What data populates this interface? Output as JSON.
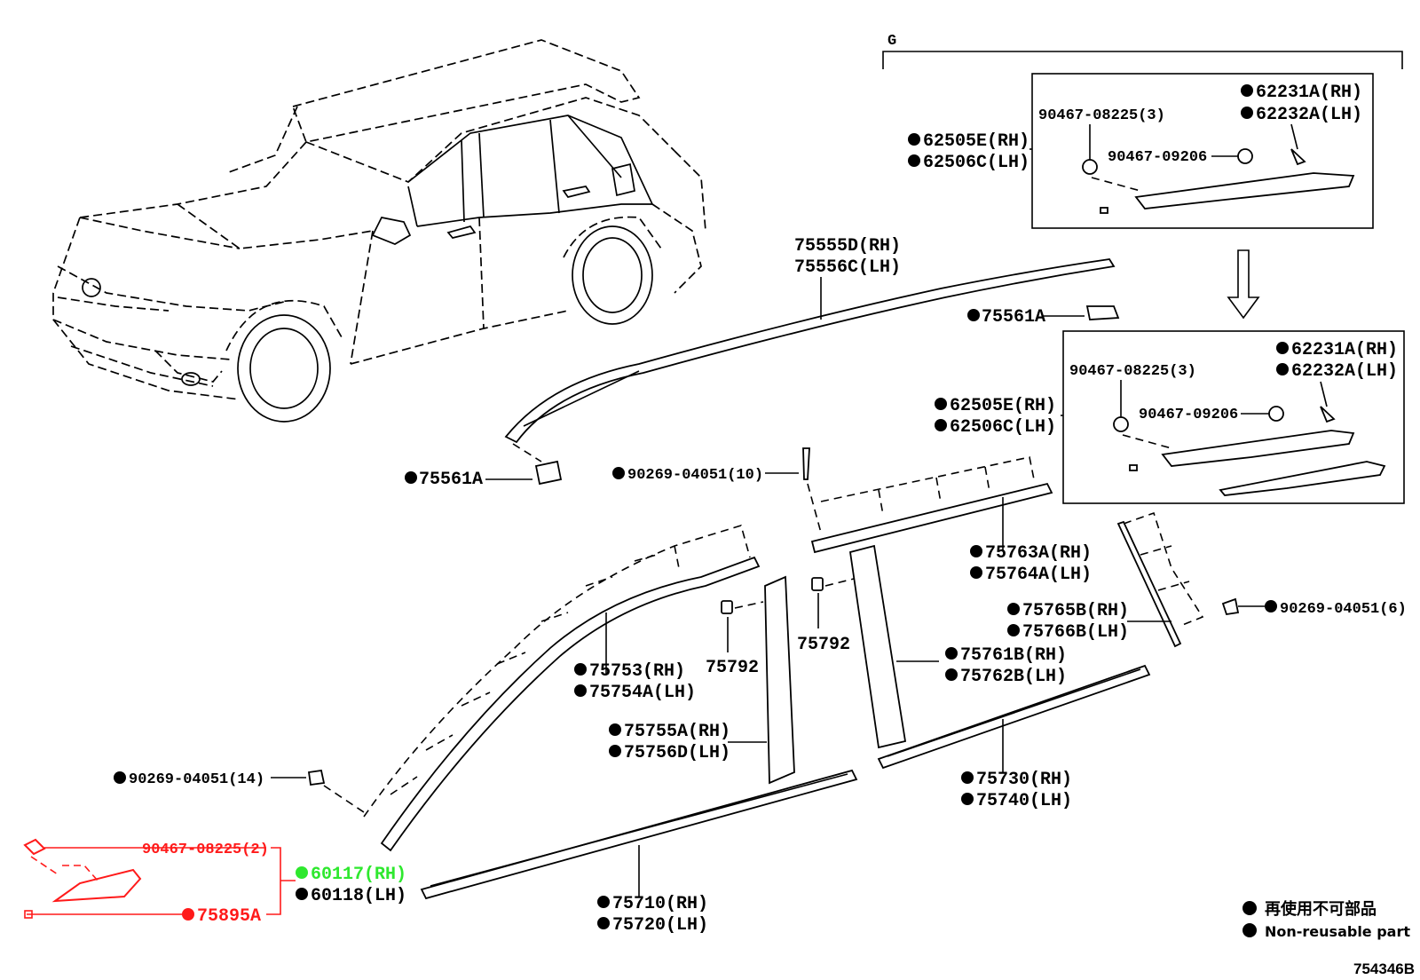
{
  "labels": {
    "g": "G",
    "p_62231a": "62231A(RH)",
    "p_62232a": "62232A(LH)",
    "p_90467_08225_3": "90467-08225(3)",
    "p_62505e": "62505E(RH)",
    "p_62506c": "62506C(LH)",
    "p_90467_09206": "90467-09206",
    "p_62231a_b": "62231A(RH)",
    "p_62232a_b": "62232A(LH)",
    "p_90467_08225_3_b": "90467-08225(3)",
    "p_62505e_b": "62505E(RH)",
    "p_62506c_b": "62506C(LH)",
    "p_90467_09206_b": "90467-09206",
    "p_75555d": "75555D(RH)",
    "p_75556c": "75556C(LH)",
    "p_75561a_top": "75561A",
    "p_75561a_bottom": "75561A",
    "p_90269_04051_10": "90269-04051(10)",
    "p_75763a": "75763A(RH)",
    "p_75764a": "75764A(LH)",
    "p_75765b": "75765B(RH)",
    "p_75766b": "75766B(LH)",
    "p_90269_04051_6": "90269-04051(6)",
    "p_75753": "75753(RH)",
    "p_75754a": "75754A(LH)",
    "p_75792_a": "75792",
    "p_75792_b": "75792",
    "p_75761b": "75761B(RH)",
    "p_75762b": "75762B(LH)",
    "p_75755a": "75755A(RH)",
    "p_75756d": "75756D(LH)",
    "p_90269_04051_14": "90269-04051(14)",
    "p_75730": "75730(RH)",
    "p_75740": "75740(LH)",
    "p_90467_08225_2": "90467-08225(2)",
    "p_60117": "60117(RH)",
    "p_60118": "60118(LH)",
    "p_75895a": "75895A",
    "p_75710": "75710(RH)",
    "p_75720": "75720(LH)",
    "legend_jp": "再使用不可部品",
    "legend_en": "Non-reusable part",
    "diagram_id": "754346B"
  },
  "colors": {
    "highlight_red": "#ff1a1a",
    "highlight_green": "#2ee82e",
    "ink": "#000000"
  }
}
